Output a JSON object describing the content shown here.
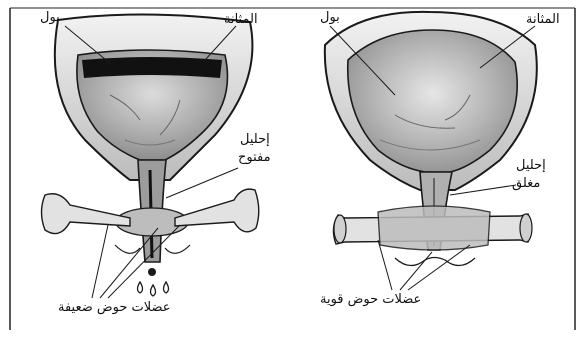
{
  "left_panel": {
    "urine_label": "بول",
    "bladder_label": "المثانة",
    "urethra_label": "إحليل",
    "urethra_state": "مفتوح",
    "muscles_label": "عضلات حوض ضعيفة"
  },
  "right_panel": {
    "urine_label": "بول",
    "bladder_label": "المثانة",
    "urethra_label": "إحليل",
    "urethra_state": "مغلق",
    "muscles_label": "عضلات حوض قوية"
  },
  "colors": {
    "outline": "#1a1a1a",
    "bladder_wall": "#cfcfcf",
    "urine_fill": "#a9a9a9",
    "urine_dark": "#111111",
    "bone": "#e2e2e2",
    "muscle": "#bdbdbd",
    "frame": "#222222"
  }
}
